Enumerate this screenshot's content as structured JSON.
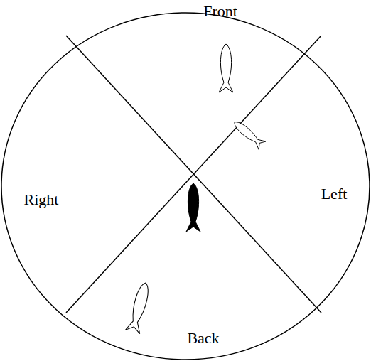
{
  "diagram": {
    "labels": [
      "Front",
      "Right",
      "Left",
      "Back"
    ]
  }
}
